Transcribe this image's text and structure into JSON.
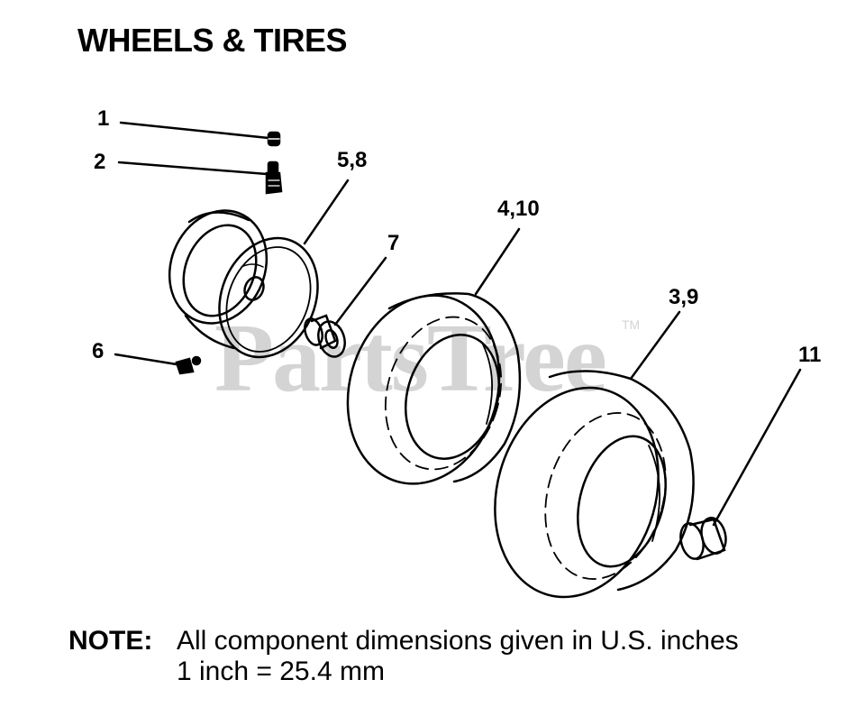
{
  "title": "WHEELS & TIRES",
  "watermark": {
    "text": "PartsTree",
    "tm": "TM"
  },
  "callouts": {
    "c1": "1",
    "c2": "2",
    "c58": "5,8",
    "c7": "7",
    "c410": "4,10",
    "c39": "3,9",
    "c6": "6",
    "c11": "11"
  },
  "note": {
    "label": "NOTE:",
    "line1": "All component dimensions given in U.S. inches",
    "line2": "1 inch = 25.4 mm"
  }
}
